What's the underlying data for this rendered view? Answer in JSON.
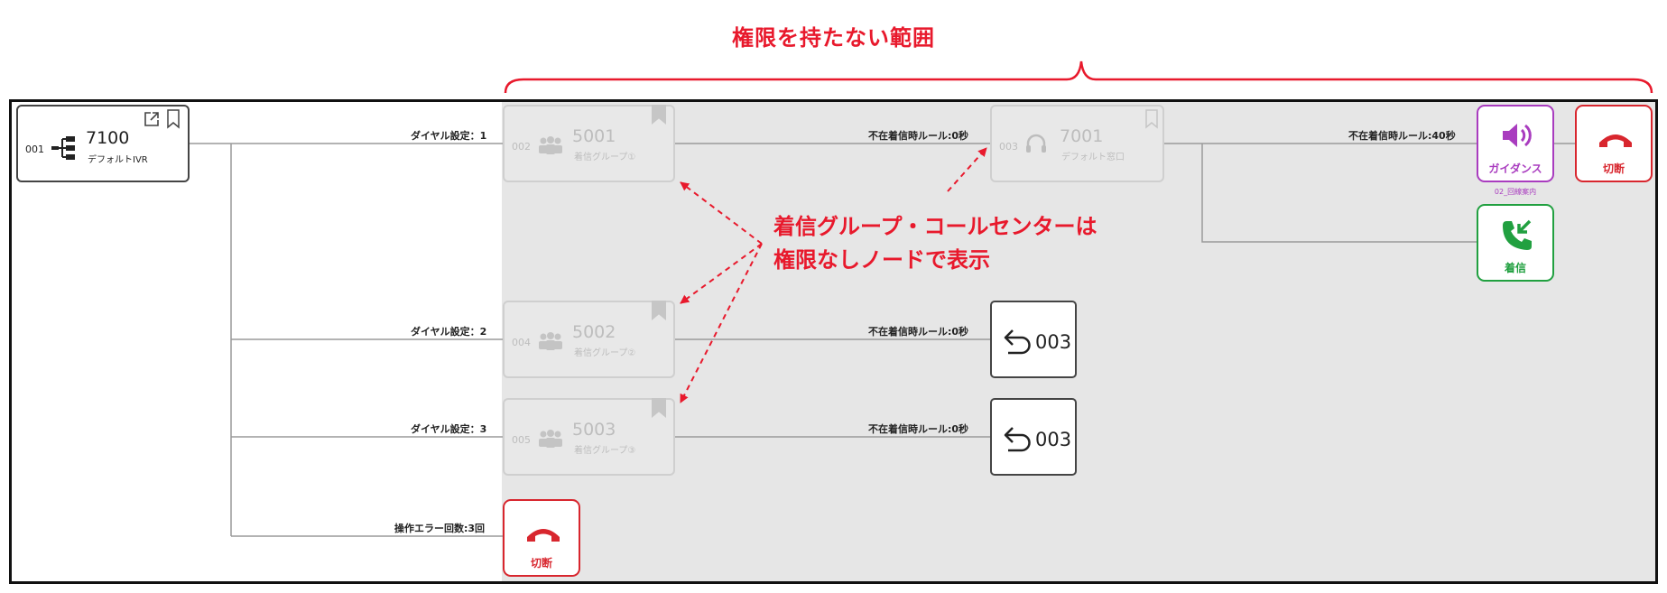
{
  "annotation": {
    "title": "権限を持たない範囲",
    "callout_line1": "着信グループ・コールセンターは",
    "callout_line2": "権限なしノードで表示",
    "color": "#e8192c"
  },
  "root_node": {
    "index": "001",
    "number": "7100",
    "name": "デフォルトIVR"
  },
  "edges": {
    "dial1": "ダイヤル設定：1",
    "dial2": "ダイヤル設定：2",
    "dial3": "ダイヤル設定：3",
    "op_error": "操作エラー回数:3回",
    "absent_0_a": "不在着信時ルール:0秒",
    "absent_0_b": "不在着信時ルール:0秒",
    "absent_0_c": "不在着信時ルール:0秒",
    "absent_40": "不在着信時ルール:40秒"
  },
  "groups": [
    {
      "index": "002",
      "number": "5001",
      "name": "着信グループ①"
    },
    {
      "index": "004",
      "number": "5002",
      "name": "着信グループ②"
    },
    {
      "index": "005",
      "number": "5003",
      "name": "着信グループ③"
    }
  ],
  "callcenter": {
    "index": "003",
    "number": "7001",
    "name": "デフォルト窓口"
  },
  "returns": [
    {
      "target": "003"
    },
    {
      "target": "003"
    }
  ],
  "actions": {
    "disconnect_main": "切断",
    "disconnect_bottom": "切断",
    "guidance": "ガイダンス",
    "guidance_sub": "02_回線案内",
    "incoming": "着信"
  },
  "colors": {
    "red": "#d8262e",
    "purple": "#a93cbf",
    "green": "#21a040",
    "disabled": "#cfcfcf"
  }
}
